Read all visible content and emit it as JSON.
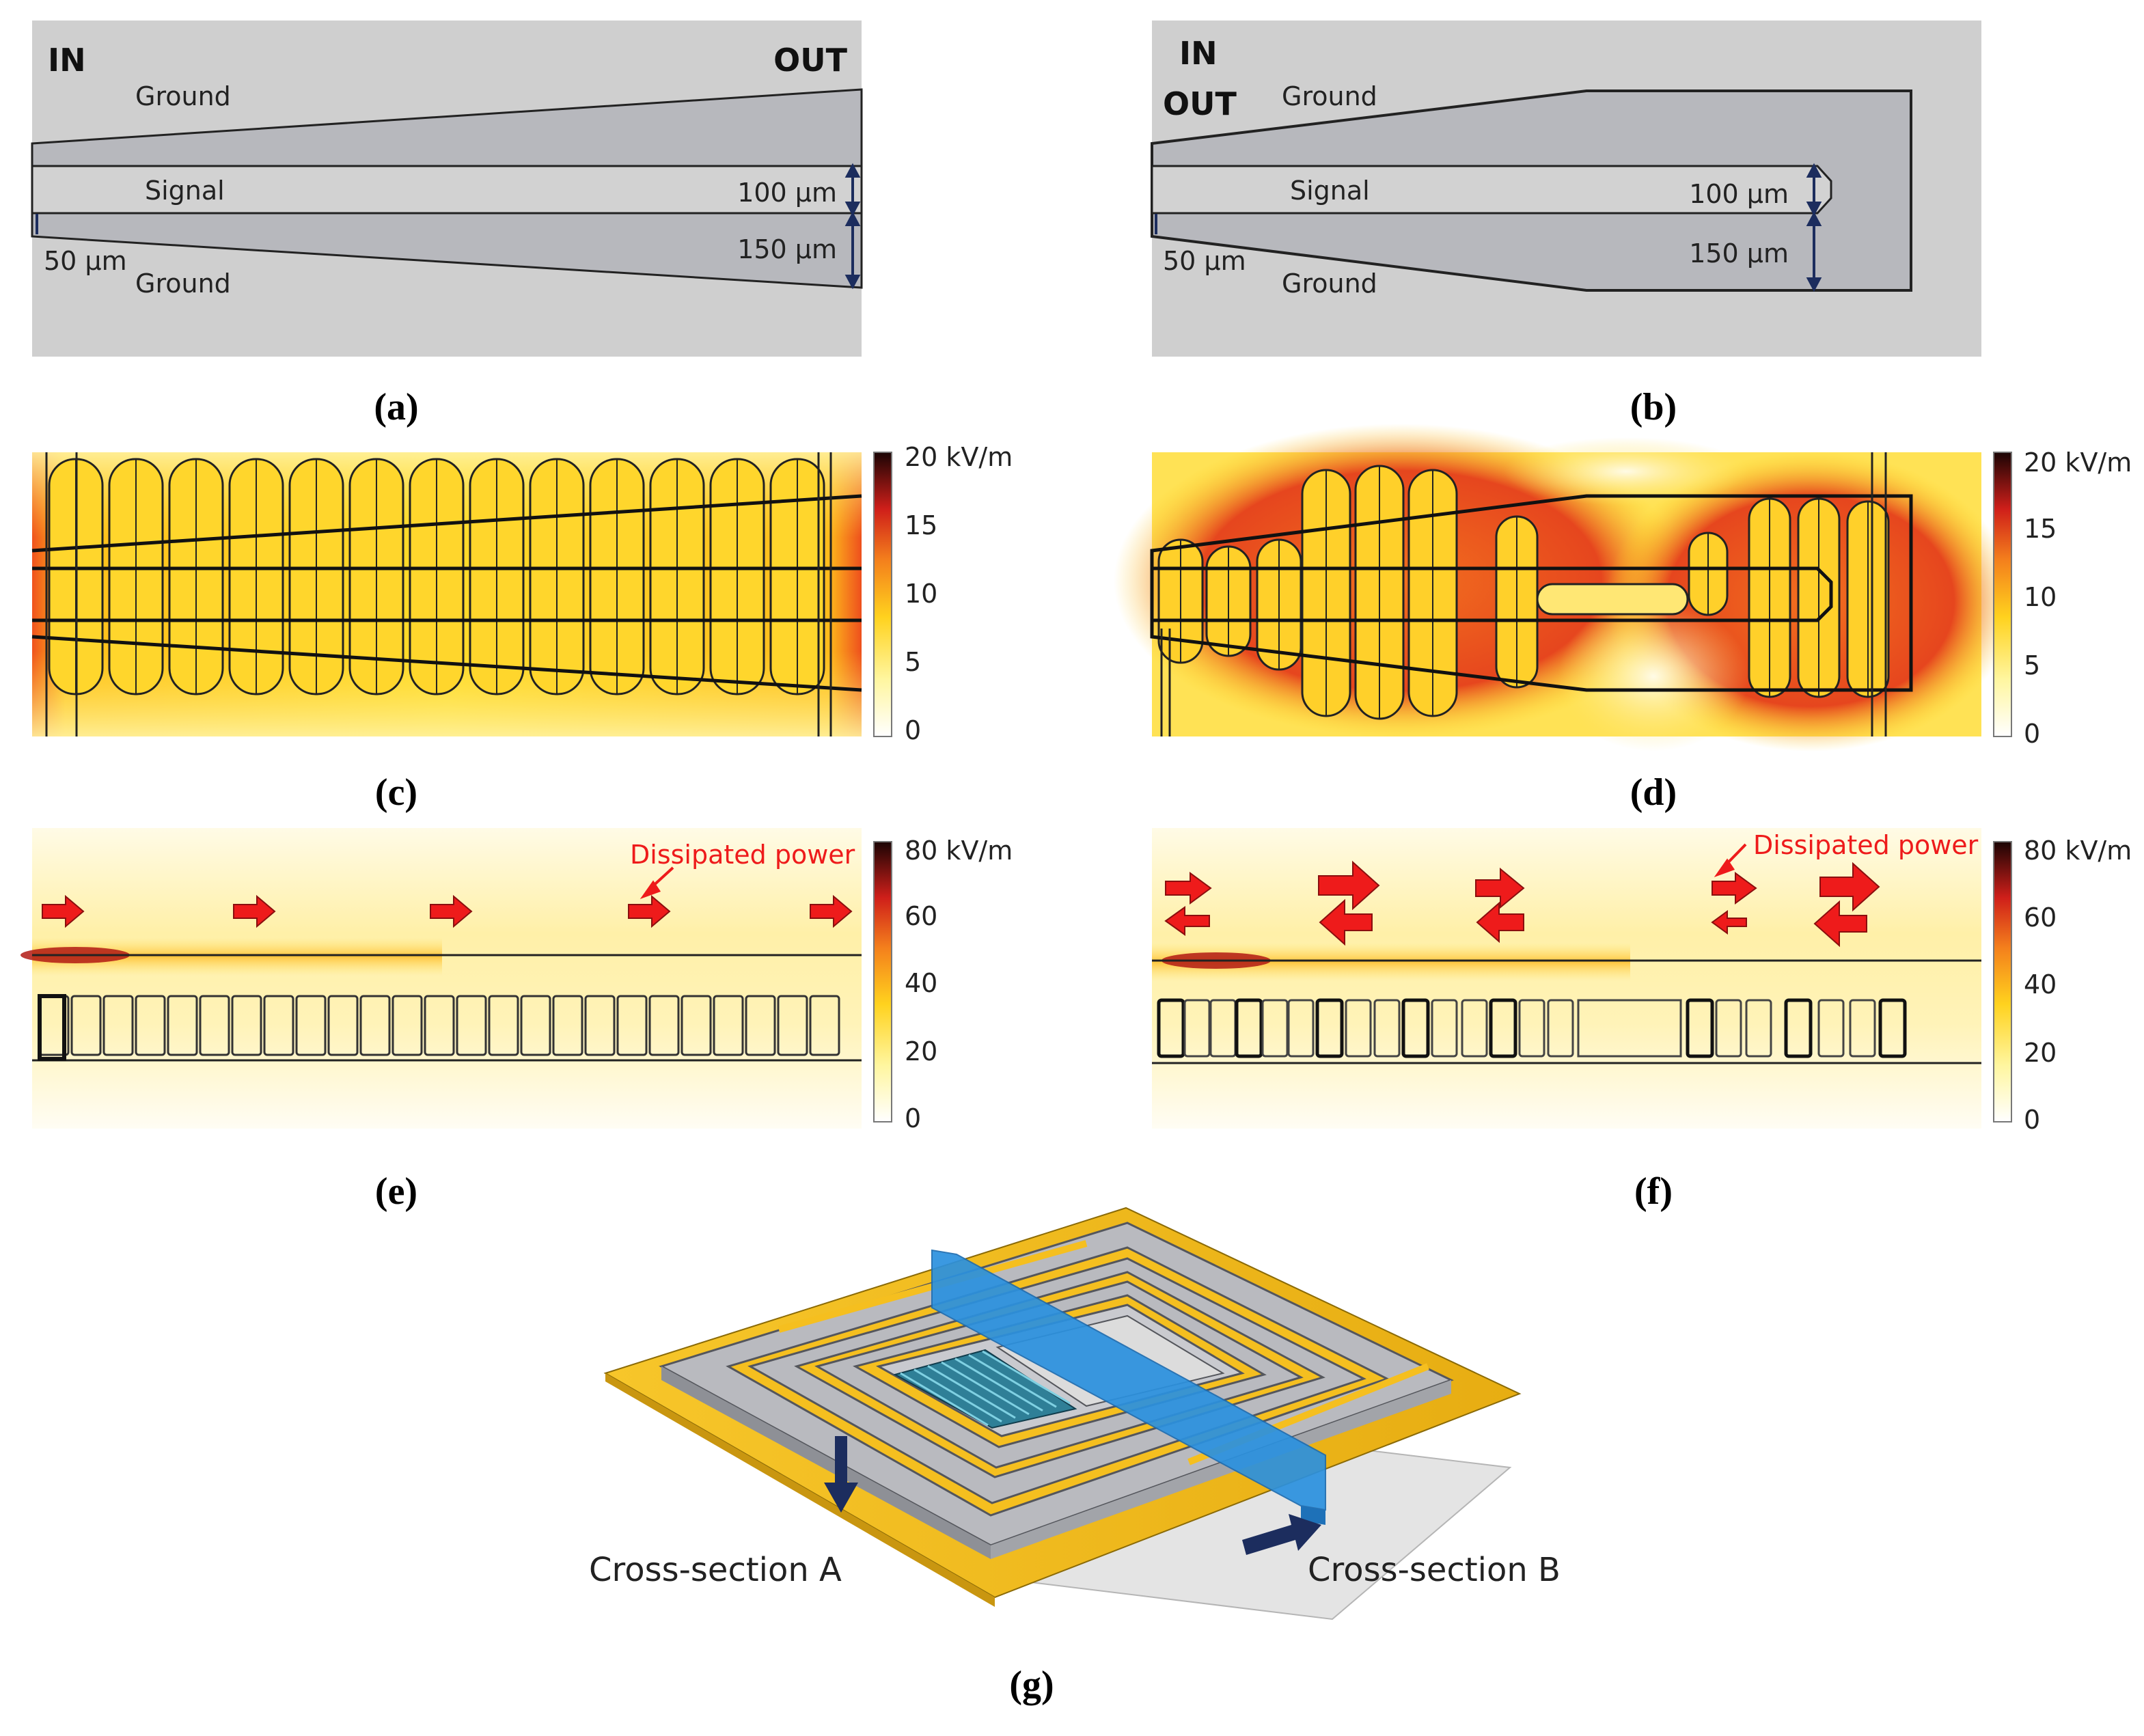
{
  "panels": {
    "a": {
      "label": "(a)",
      "in": "IN",
      "out": "OUT",
      "ground_top": "Ground",
      "signal": "Signal",
      "ground_bottom": "Ground",
      "dim_signal": "100 µm",
      "dim_ground": "150 µm",
      "dim_gap": "50 µm"
    },
    "b": {
      "label": "(b)",
      "in": "IN",
      "out": "OUT",
      "ground_top": "Ground",
      "signal": "Signal",
      "ground_bottom": "Ground",
      "dim_signal": "100 µm",
      "dim_ground": "150 µm",
      "dim_gap": "50 µm"
    },
    "c": {
      "label": "(c)",
      "colorbar": {
        "max_label": "20 kV/m",
        "ticks": [
          "15",
          "10",
          "5",
          "0"
        ]
      }
    },
    "d": {
      "label": "(d)",
      "colorbar": {
        "max_label": "20 kV/m",
        "ticks": [
          "15",
          "10",
          "5",
          "0"
        ]
      }
    },
    "e": {
      "label": "(e)",
      "annotation": "Dissipated power",
      "colorbar": {
        "max_label": "80 kV/m",
        "ticks": [
          "60",
          "40",
          "20",
          "0"
        ]
      }
    },
    "f": {
      "label": "(f)",
      "annotation": "Dissipated power",
      "colorbar": {
        "max_label": "80 kV/m",
        "ticks": [
          "60",
          "40",
          "20",
          "0"
        ]
      }
    },
    "g": {
      "label": "(g)",
      "section_a": "Cross-section A",
      "section_b": "Cross-section B"
    }
  },
  "colors": {
    "background": "#ffffff",
    "metal_gray": "#cfcfcf",
    "trace_gray": "#b7b8bd",
    "field_low": "#fffbe3",
    "field_mid": "#ffd21e",
    "field_high": "#e4331f",
    "field_max": "#200606",
    "power_arrow": "#ee1b1b",
    "section_blue": "#2b91df",
    "dim_navy": "#1c2d5e",
    "gold": "#f5bf1f"
  }
}
